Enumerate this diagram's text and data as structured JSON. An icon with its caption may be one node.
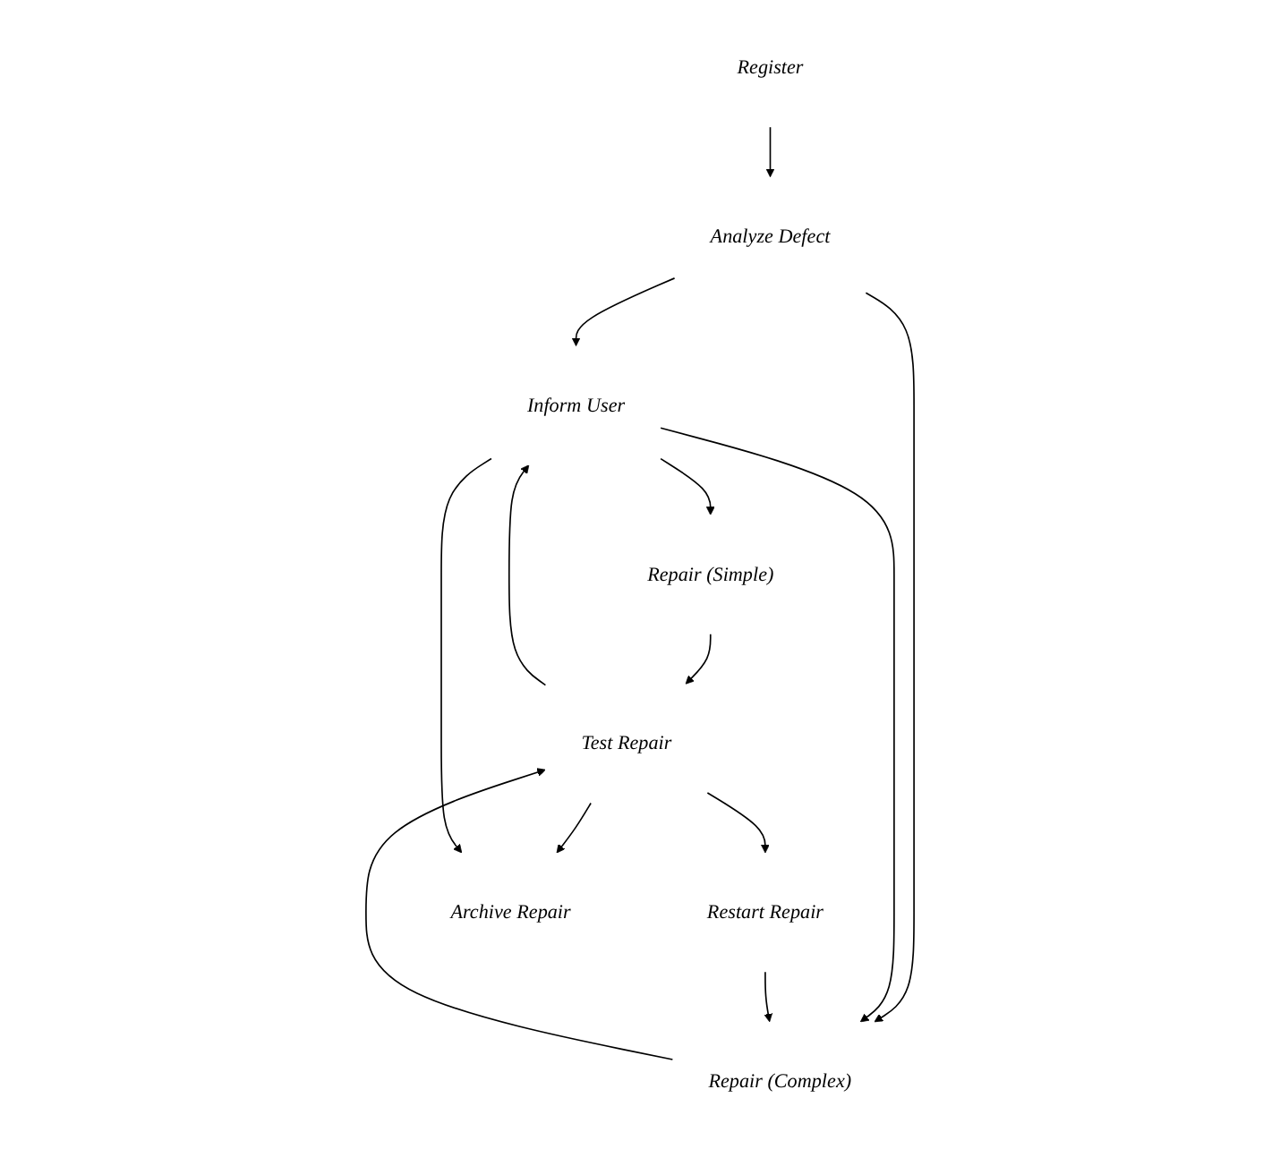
{
  "diagram": {
    "nodes": [
      {
        "text": [
          "Register"
        ]
      },
      {
        "text": [
          "Analyze Defect"
        ]
      },
      {
        "text": [
          "Inform User"
        ]
      },
      {
        "text": [
          "Repair (Simple)"
        ]
      },
      {
        "text": [
          "Repair (Complex)"
        ]
      },
      {
        "text": [
          "Test Repair"
        ]
      },
      {
        "text": [
          "Restart Repair"
        ]
      },
      {
        "text": [
          "Archive Repair"
        ]
      }
    ],
    "edges": [
      {
        "from": 0,
        "to": 1,
        "arrow": "to"
      },
      {
        "from": 1,
        "to": 2,
        "arrow": "to"
      },
      {
        "from": 1,
        "to": 4,
        "arrow": "to"
      },
      {
        "from": 2,
        "to": 3,
        "arrow": "to"
      },
      {
        "from": 2,
        "to": 4,
        "arrow": "to"
      },
      {
        "from": 3,
        "to": 5,
        "arrow": "to"
      },
      {
        "from": 4,
        "to": 5,
        "arrow": "to"
      },
      {
        "from": 5,
        "to": 2,
        "arrow": "to"
      },
      {
        "from": 5,
        "to": 6,
        "arrow": "to"
      },
      {
        "from": 6,
        "to": 4,
        "arrow": "to"
      },
      {
        "from": 5,
        "to": 7,
        "arrow": "to"
      },
      {
        "from": 2,
        "to": 7,
        "arrow": "to"
      }
    ]
  }
}
